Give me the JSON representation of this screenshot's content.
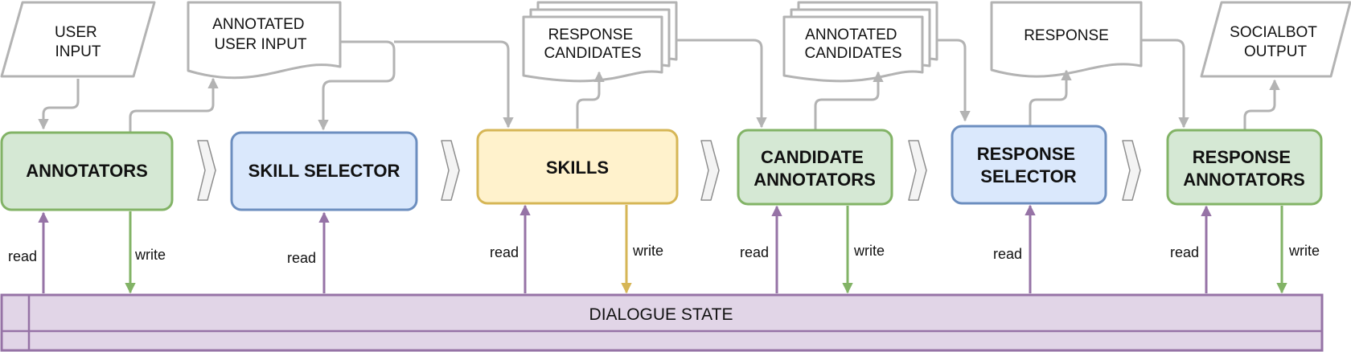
{
  "inputs": {
    "user_input": [
      "USER",
      "INPUT"
    ],
    "annotated_user_input": [
      "ANNOTATED",
      "USER INPUT"
    ],
    "response_candidates": [
      "RESPONSE",
      "CANDIDATES"
    ],
    "annotated_candidates": [
      "ANNOTATED",
      "CANDIDATES"
    ],
    "response": [
      "RESPONSE"
    ],
    "socialbot_output": [
      "SOCIALBOT",
      "OUTPUT"
    ]
  },
  "stages": {
    "annotators": [
      "ANNOTATORS"
    ],
    "skill_selector": [
      "SKILL SELECTOR"
    ],
    "skills": [
      "SKILLS"
    ],
    "candidate_annotators": [
      "CANDIDATE",
      "ANNOTATORS"
    ],
    "response_selector": [
      "RESPONSE",
      "SELECTOR"
    ],
    "response_annotators": [
      "RESPONSE",
      "ANNOTATORS"
    ]
  },
  "labels": {
    "read": "read",
    "write": "write"
  },
  "dialogue_state": "DIALOGUE STATE",
  "colors": {
    "green_fill": "#d5e8d4",
    "green_stroke": "#82b366",
    "blue_fill": "#dae8fc",
    "blue_stroke": "#6c8ebf",
    "yellow_fill": "#fff2cc",
    "yellow_stroke": "#d6b656",
    "purple_fill": "#e1d5e7",
    "purple_stroke": "#9673a6",
    "gray_arrow": "#b3b3b3"
  }
}
